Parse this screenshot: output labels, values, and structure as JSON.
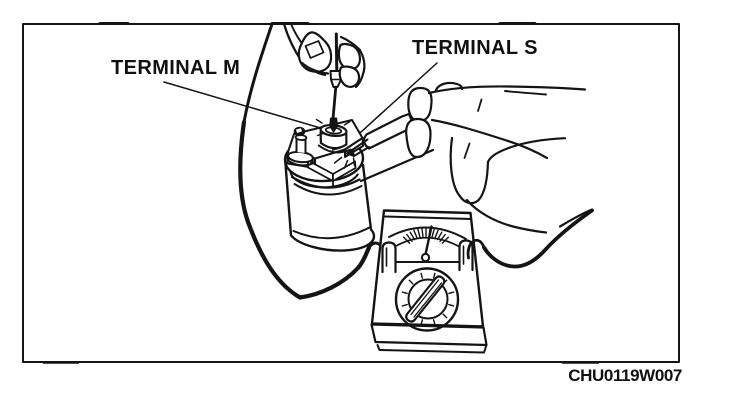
{
  "figure": {
    "labels": {
      "terminal_m": "TERMINAL M",
      "terminal_s": "TERMINAL S"
    },
    "caption": "CHU0119W007",
    "colors": {
      "ink": "#141414",
      "background": "#ffffff"
    }
  }
}
